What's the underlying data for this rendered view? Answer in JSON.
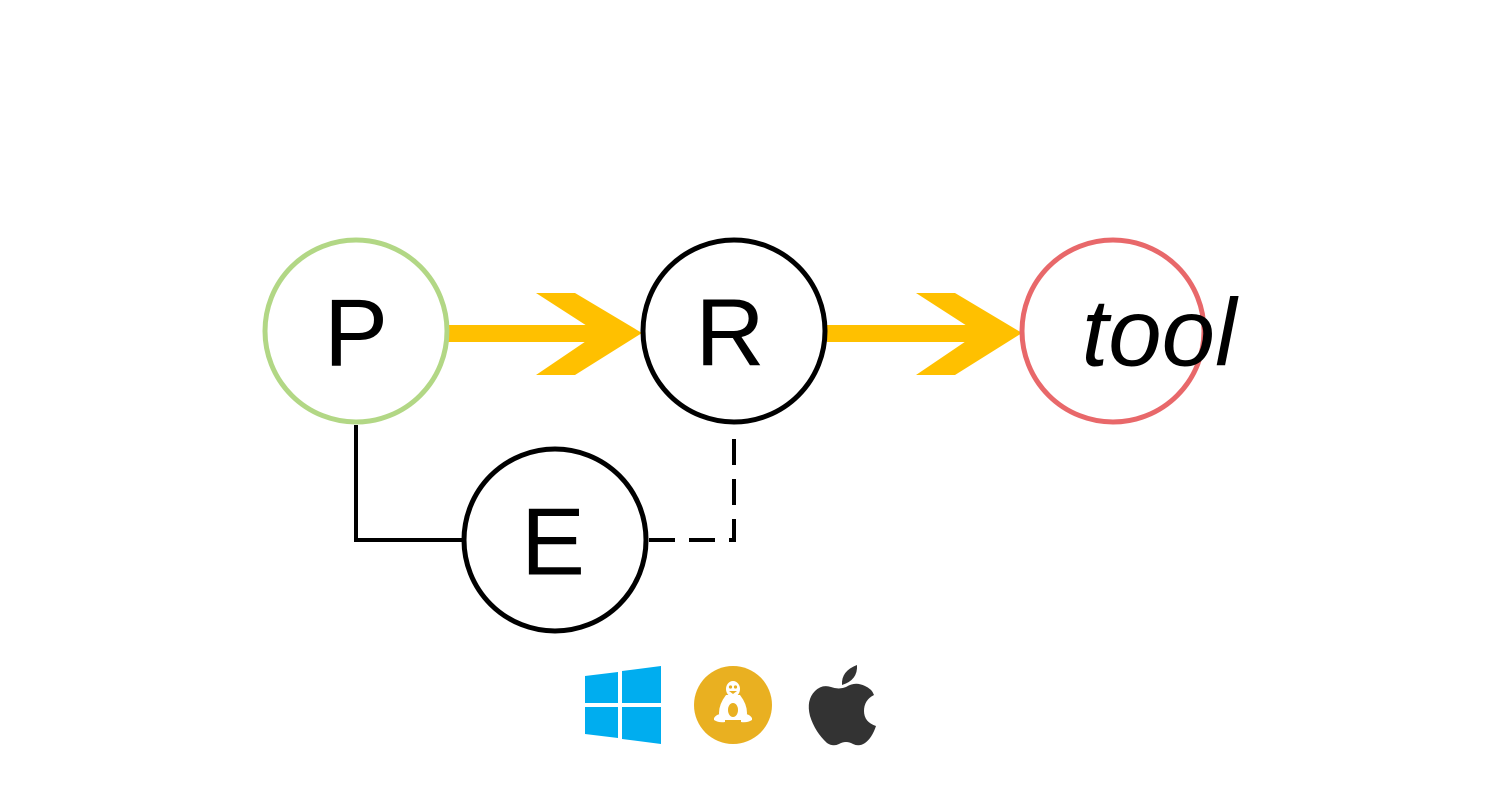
{
  "diagram": {
    "nodes": {
      "p": {
        "label": "P",
        "stroke": "#b2d785"
      },
      "r": {
        "label": "R",
        "stroke": "#000000"
      },
      "e": {
        "label": "E",
        "stroke": "#000000"
      },
      "tool": {
        "label": "tool",
        "stroke": "#e8686a",
        "italic": true
      }
    },
    "edges": [
      {
        "from": "P",
        "to": "R",
        "style": "yellow-arrow"
      },
      {
        "from": "R",
        "to": "tool",
        "style": "yellow-arrow"
      },
      {
        "from": "P",
        "to": "E",
        "style": "solid-line"
      },
      {
        "from": "E",
        "to": "R",
        "style": "dashed-line"
      }
    ],
    "colors": {
      "arrow": "#ffc000",
      "line": "#000000"
    }
  },
  "platforms": {
    "icons": [
      "windows-icon",
      "linux-icon",
      "apple-icon"
    ],
    "colors": {
      "windows": "#00adef",
      "linux": "#e9b021",
      "apple": "#333333"
    }
  }
}
